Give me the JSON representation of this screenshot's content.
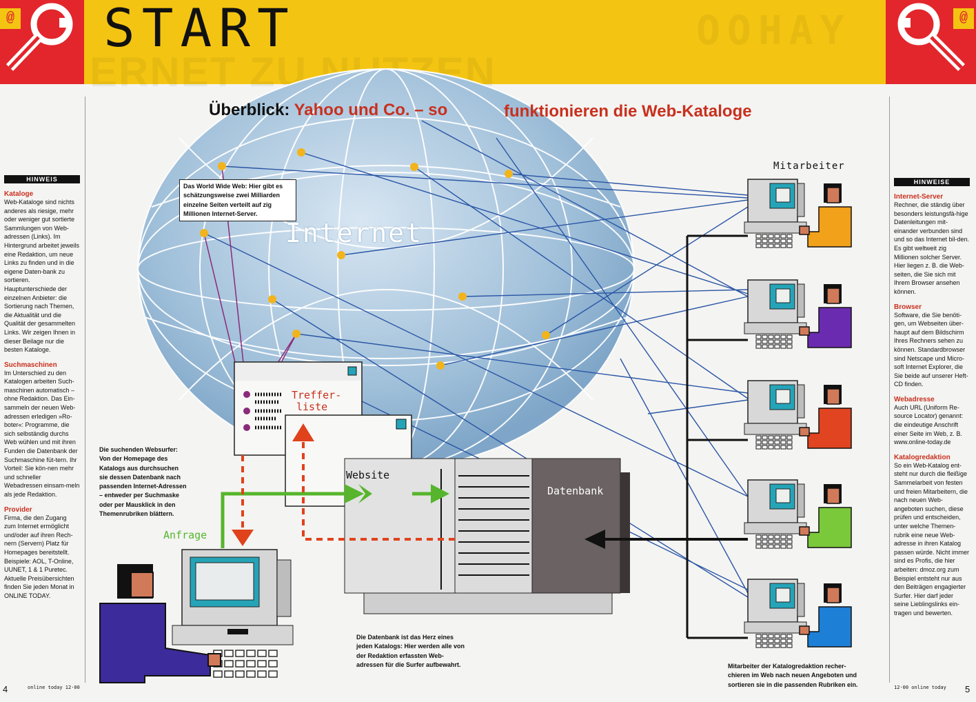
{
  "header": {
    "section_title": "START",
    "at_badge": "@",
    "ghost_left": "ERNET ZU NUTZEN",
    "ghost_right": "OOHAY"
  },
  "headline": {
    "bold_black": "Überblick:",
    "red_part_1": "Yahoo und Co. – so",
    "red_part_2": "funktionieren die Web-Kataloge"
  },
  "sidebar_left": {
    "heading": "HINWEIS",
    "entries": [
      {
        "term": "Kataloge",
        "text": "Web-Kataloge sind nichts anderes als riesige, mehr oder weniger gut sortierte Sammlungen von Web-adressen (Links). Im Hintergrund arbeitet jeweils eine Redaktion, um neue Links zu finden und in die eigene Daten-bank zu sortieren. Hauptunterschiede der einzelnen Anbieter: die Sortierung nach Themen, die Aktualität und die Qualität der gesammelten Links. Wir zeigen Ihnen in dieser Beilage nur die besten Kataloge."
      },
      {
        "term": "Suchmaschinen",
        "text": "Im Unterschied zu den Katalogen arbeiten Such-maschinen automatisch – ohne Redaktion. Das Ein-sammeln der neuen Web-adressen erledigen »Ro-boter«: Programme, die sich selbständig durchs Web wühlen und mit ihren Funden die Datenbank der Suchmaschine füt-tern. Ihr Vorteil: Sie kön-nen mehr und schneller Webadressen einsam-meln als jede Redaktion."
      },
      {
        "term": "Provider",
        "text": "Firma, die den Zugang zum Internet ermöglicht und/oder auf ihren Rech-nern (Servern) Platz für Homepages bereitstellt. Beispiele: AOL, T-Online, UUNET, 1 & 1 Puretec. Aktuelle Preisübersichten finden Sie jeden Monat in ONLINE TODAY."
      }
    ]
  },
  "sidebar_right": {
    "heading": "HINWEISE",
    "entries": [
      {
        "term": "Internet-Server",
        "text": "Rechner, die ständig über besonders leistungsfä-hige Datenleitungen mit-einander verbunden sind und so das Internet bil-den. Es gibt weltweit zig Millionen solcher Server. Hier liegen z. B. die Web-seiten, die Sie sich mit Ihrem Browser ansehen können."
      },
      {
        "term": "Browser",
        "text": "Software, die Sie benöti-gen, um Webseiten über-haupt auf dem Bildschirm Ihres Rechners sehen zu können. Standardbrowser sind Netscape und Micro-soft Internet Explorer, die Sie beide auf unserer Heft-CD finden."
      },
      {
        "term": "Webadresse",
        "text": "Auch URL (Uniform Re-source Locator) genannt: die eindeutige Anschrift einer Seite im Web, z. B. www.online-today.de"
      },
      {
        "term": "Katalogredaktion",
        "text": "So ein Web-Katalog ent-steht nur durch die fleißige Sammelarbeit von festen und freien Mitarbeitern, die nach neuen Web-angeboten suchen, diese prüfen und entscheiden, unter welche Themen-rubrik eine neue Web-adresse in ihren Katalog passen würde. Nicht immer sind es Profis, die hier arbeiten: dmoz.org zum Beispiel entsteht nur aus den Beiträgen engagierter Surfer. Hier darf jeder seine Lieblingslinks ein-tragen und bewerten."
      }
    ]
  },
  "diagram": {
    "internet_label": "Internet",
    "mitarbeiter_label": "Mitarbeiter",
    "treffer_label_1": "Treffer-",
    "treffer_label_2": "liste",
    "website_label": "Website",
    "datenbank_label": "Datenbank",
    "anfrage_label": "Anfrage",
    "callout_www": "Das World Wide Web: Hier gibt es schätzungsweise zwei Milliarden einzelne Seiten verteilt auf zig Millionen Internet-Server.",
    "caption_surfer": "Die suchenden Websurfer: Von der Homepage des Katalogs aus durchsuchen sie dessen Datenbank nach passenden Internet-Adressen – entweder per Suchmaske oder per Mausklick in den Themenrubriken blättern.",
    "caption_datenbank": "Die Datenbank ist das Herz eines jeden Katalogs: Hier werden alle von der Redaktion erfassten Web-adressen für die Surfer aufbewahrt.",
    "caption_mitarbeiter": "Mitarbeiter der Katalogredaktion recher-chieren im Web nach neuen Angeboten und sortieren sie in die passenden Rubriken ein.",
    "worker_colors": [
      "#f2a11a",
      "#6a2bb0",
      "#e04420",
      "#7ac93a",
      "#1e7fd6"
    ],
    "surfer_color": "#3c2b9a"
  },
  "footer": {
    "page_left": "4",
    "page_right": "5",
    "magazine_left": "online today 12·00",
    "magazine_right": "12·00 online today"
  }
}
